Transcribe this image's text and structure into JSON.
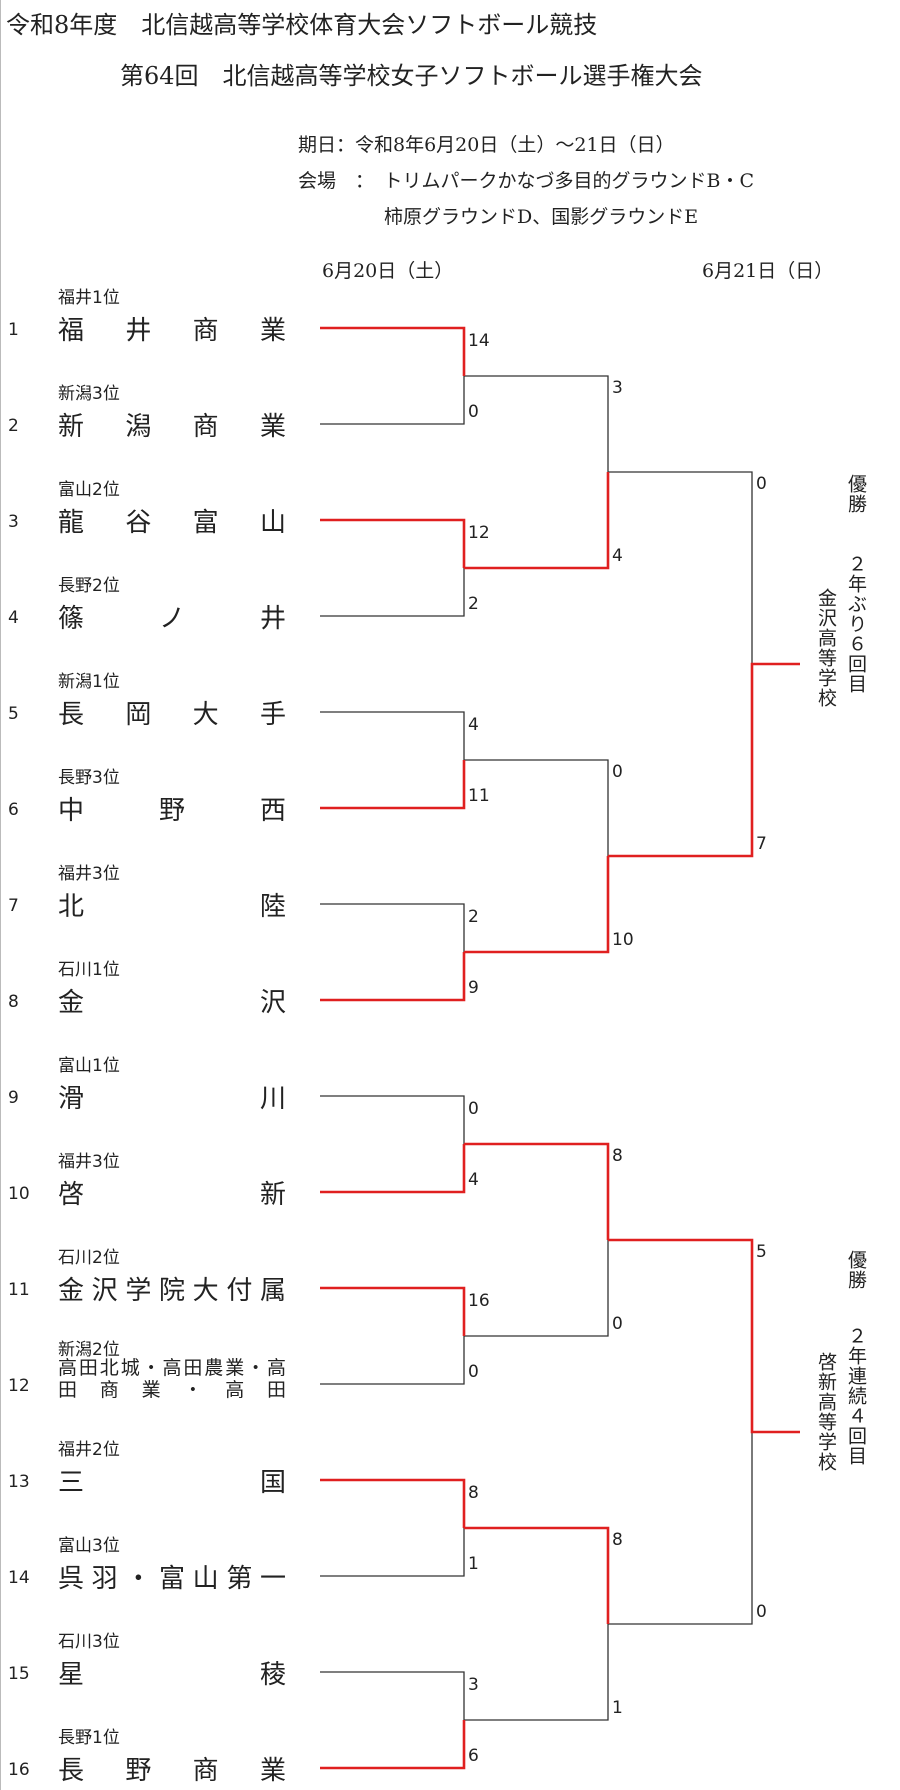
{
  "header": {
    "title1": "令和8年度　北信越高等学校体育大会ソフトボール競技",
    "title2": "第64回　北信越高等学校女子ソフトボール選手権大会",
    "date_line": "期日：令和8年6月20日（土）～21日（日）",
    "venue_line1": "会場　：　トリムパークかなづ多目的グラウンドB・C",
    "venue_line2": "柿原グラウンドD、国影グラウンドE"
  },
  "days": {
    "day1": "6月20日（土）",
    "day2": "6月21日（日）"
  },
  "teams": [
    {
      "num": "1",
      "seed": "福井1位",
      "name": "福　井　商　業"
    },
    {
      "num": "2",
      "seed": "新潟3位",
      "name": "新　潟　商　業"
    },
    {
      "num": "3",
      "seed": "富山2位",
      "name": "龍　谷　富　山"
    },
    {
      "num": "4",
      "seed": "長野2位",
      "name": "篠　ノ　井"
    },
    {
      "num": "5",
      "seed": "新潟1位",
      "name": "長　岡　大　手"
    },
    {
      "num": "6",
      "seed": "長野3位",
      "name": "中　野　西"
    },
    {
      "num": "7",
      "seed": "福井3位",
      "name": "北　陸"
    },
    {
      "num": "8",
      "seed": "石川1位",
      "name": "金　沢"
    },
    {
      "num": "9",
      "seed": "富山1位",
      "name": "滑　川"
    },
    {
      "num": "10",
      "seed": "福井3位",
      "name": "啓　新"
    },
    {
      "num": "11",
      "seed": "石川2位",
      "name": "金沢学院大付属"
    },
    {
      "num": "12",
      "seed": "新潟2位",
      "name_line1": "高田北城・高田農業・高",
      "name_line2": "田商業・高田"
    },
    {
      "num": "13",
      "seed": "福井2位",
      "name": "三　国"
    },
    {
      "num": "14",
      "seed": "富山3位",
      "name": "呉羽・富山第一"
    },
    {
      "num": "15",
      "seed": "石川3位",
      "name": "星　稜"
    },
    {
      "num": "16",
      "seed": "長野1位",
      "name": "長　野　商　業"
    }
  ],
  "scores": {
    "r1": [
      "14",
      "0",
      "12",
      "2",
      "4",
      "11",
      "2",
      "9",
      "0",
      "4",
      "16",
      "0",
      "8",
      "1",
      "3",
      "6"
    ],
    "r2": [
      "3",
      "4",
      "0",
      "10",
      "8",
      "0",
      "8",
      "1"
    ],
    "sf": [
      "0",
      "7",
      "5",
      "0"
    ]
  },
  "results": {
    "top_title": "優勝",
    "top_note": "２年ぶり６回目",
    "top_team": "金沢高等学校",
    "bottom_title": "優勝",
    "bottom_note": "２年連続４回目",
    "bottom_team": "啓新高等学校"
  },
  "colors": {
    "winner_line": "#e02020",
    "loser_line": "#333333"
  }
}
